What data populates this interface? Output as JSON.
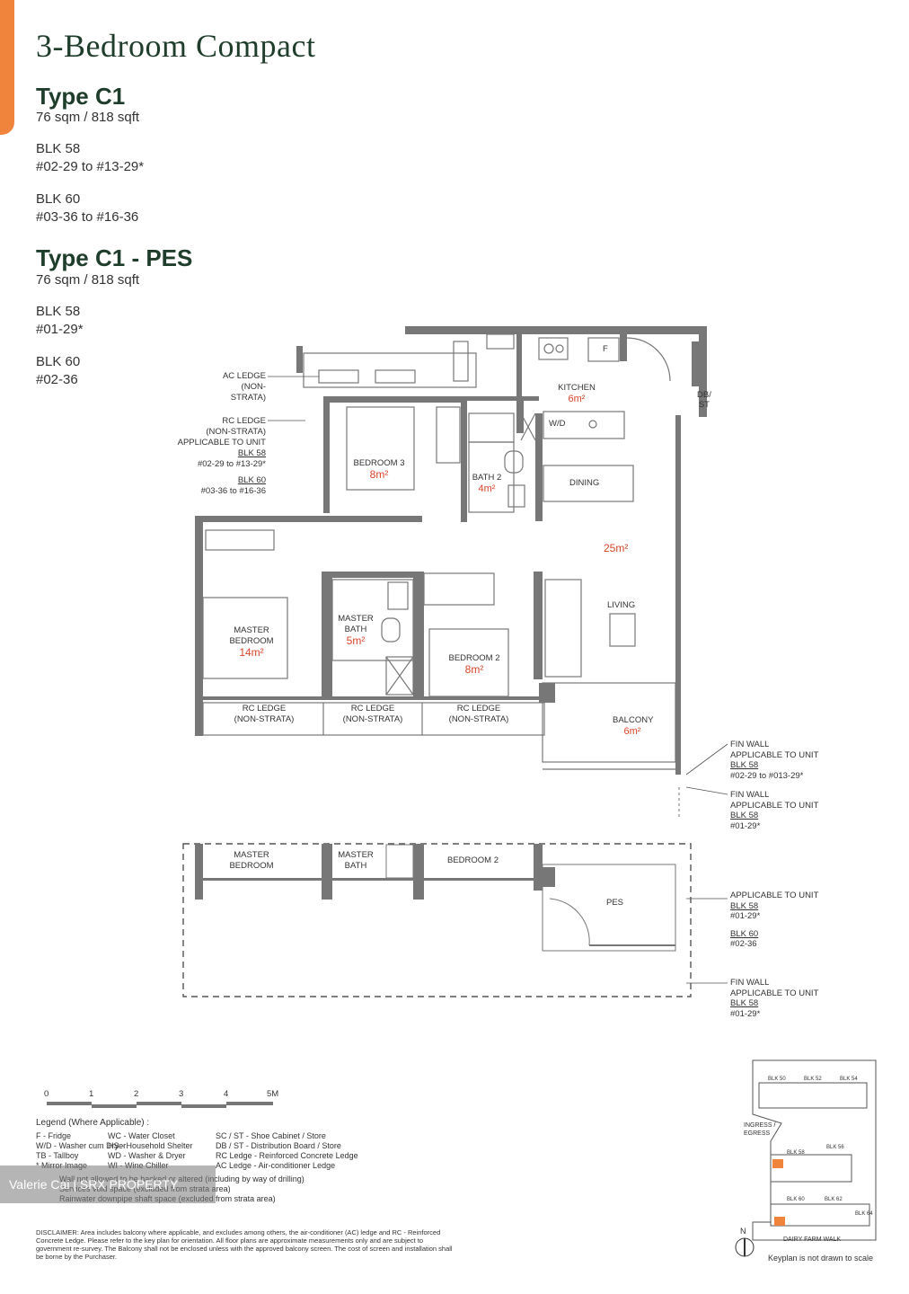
{
  "title": "3-Bedroom Compact",
  "types": [
    {
      "name": "Type C1",
      "area": "76 sqm / 818 sqft",
      "blocks": [
        {
          "blk": "BLK 58",
          "units": "#02-29 to #13-29*"
        },
        {
          "blk": "BLK 60",
          "units": "#03-36 to #16-36"
        }
      ]
    },
    {
      "name": "Type C1 - PES",
      "area": "76 sqm / 818 sqft",
      "blocks": [
        {
          "blk": "BLK 58",
          "units": "#01-29*"
        },
        {
          "blk": "BLK 60",
          "units": "#02-36"
        }
      ]
    }
  ],
  "plan": {
    "ac_ledge": [
      "AC LEDGE",
      "(NON-STRATA)"
    ],
    "rc_ledge_note": [
      "RC LEDGE",
      "(NON-STRATA)",
      "APPLICABLE TO UNIT",
      "BLK 58",
      "#02-29 to #13-29*",
      "BLK 60",
      "#03-36 to #16-36"
    ],
    "kitchen": {
      "name": "KITCHEN",
      "area": "6m²"
    },
    "fridge": "F",
    "db_st": [
      "DB/",
      "ST"
    ],
    "wd": "W/D",
    "bedroom3": {
      "name": "BEDROOM 3",
      "area": "8m²"
    },
    "bath2": {
      "name": "BATH 2",
      "area": "4m²"
    },
    "dining": "DINING",
    "living_area": "25m²",
    "living": "LIVING",
    "master_bedroom": {
      "name": [
        "MASTER",
        "BEDROOM"
      ],
      "area": "14m²"
    },
    "master_bath": {
      "name": [
        "MASTER",
        "BATH"
      ],
      "area": "5m²"
    },
    "bedroom2": {
      "name": "BEDROOM 2",
      "area": "8m²"
    },
    "rc_ledge": [
      "RC LEDGE",
      "(NON-STRATA)"
    ],
    "balcony": {
      "name": "BALCONY",
      "area": "6m²"
    },
    "fin_wall_1": [
      "FIN WALL",
      "APPLICABLE TO UNIT",
      "BLK 58",
      "#02-29 to #013-29*"
    ],
    "fin_wall_2": [
      "FIN WALL",
      "APPLICABLE TO UNIT",
      "BLK 58",
      "#01-29*"
    ]
  },
  "pes_plan": {
    "master_bedroom": [
      "MASTER",
      "BEDROOM"
    ],
    "master_bath": [
      "MASTER",
      "BATH"
    ],
    "bedroom2": "BEDROOM 2",
    "pes": "PES",
    "applicable": [
      "APPLICABLE TO UNIT",
      "BLK 58",
      "#01-29*",
      "BLK 60",
      "#02-36"
    ],
    "fin_wall": [
      "FIN WALL",
      "APPLICABLE TO UNIT",
      "BLK 58",
      "#01-29*"
    ]
  },
  "scale": {
    "labels": [
      "0",
      "1",
      "2",
      "3",
      "4",
      "5M"
    ]
  },
  "legend": {
    "title": "Legend (Where Applicable) :",
    "col1": [
      "F - Fridge",
      "W/D - Washer cum Dryer",
      "TB - Tallboy",
      "* Mirror Image"
    ],
    "col2": [
      "WC - Water Closet",
      "HS - Household Shelter",
      "WD - Washer & Dryer",
      "WI - Wine Chiller"
    ],
    "col3": [
      "SC / ST - Shoe Cabinet / Store",
      "DB / ST - Distribution Board / Store",
      "RC Ledge - Reinforced Concrete Ledge",
      "AC Ledge - Air-conditioner Ledge"
    ],
    "symbols": [
      "Wall not allowed to be hacked or altered (including by way of drilling)",
      "Services void space (excluded from strata area)",
      "Rainwater downpipe shaft space (excluded from strata area)"
    ]
  },
  "disclaimer": "DISCLAIMER: Area includes balcony where applicable, and excludes among others, the air-conditioner (AC) ledge and RC - Reinforced Concrete Ledge. Please refer to the key plan for orientation. All floor plans are approximate measurements only and are subject to government re-survey. The Balcony shall not be enclosed unless with the approved balcony screen. The cost of screen and installation shall be borne by the Purchaser.",
  "watermark": "Valerie Cai | SRX PROPERTY",
  "keyplan": {
    "blocks": [
      "BLK 50",
      "BLK 52",
      "BLK 54",
      "BLK 58",
      "BLK 56",
      "BLK 60",
      "BLK 62",
      "BLK 64"
    ],
    "ingress": [
      "INGRESS /",
      "EGRESS"
    ],
    "road": "DAIRY FARM WALK",
    "north": "N",
    "note": "Keyplan is not drawn to scale",
    "highlight": "#f0843c"
  },
  "colors": {
    "title": "#1f3d2b",
    "area_text": "#d9442a",
    "wall": "#707070",
    "accent": "#f0843c"
  }
}
